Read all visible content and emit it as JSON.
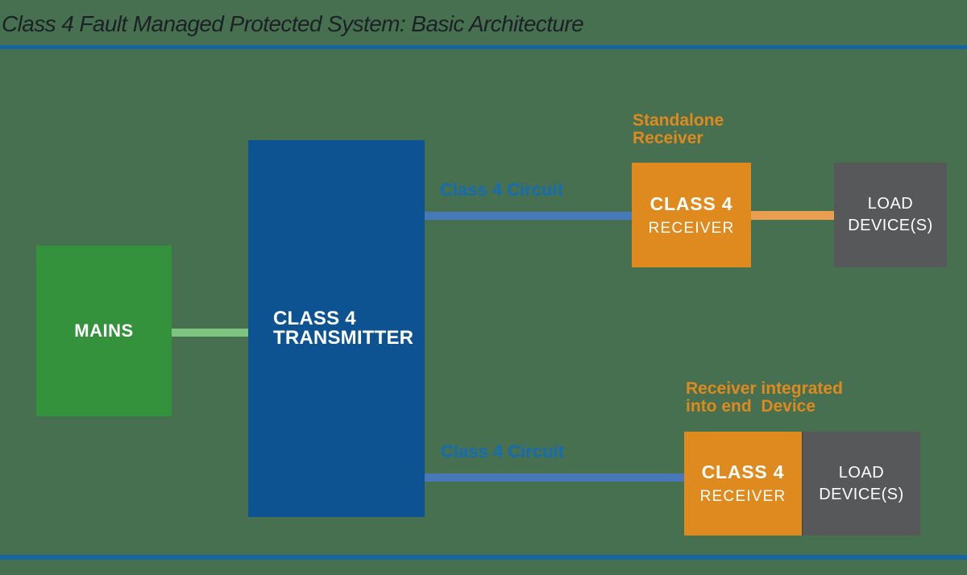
{
  "title": "Class 4 Fault Managed Protected System: Basic Architecture",
  "colors": {
    "background": "#477050",
    "title_text": "#1C2126",
    "rule_blue": "#1766A2",
    "dark_blue": "#0D5392",
    "circuit_blue": "#4779BA",
    "label_blue": "#146CB4",
    "green": "#35923C",
    "light_green": "#7EC480",
    "orange": "#DE8A1E",
    "light_orange": "#E99F4F",
    "gray": "#57585A"
  },
  "nodes": {
    "mains": {
      "label": "MAINS"
    },
    "transmitter": {
      "line1": "CLASS 4",
      "line2": "TRANSMITTER"
    },
    "receiver_standalone": {
      "line1": "CLASS 4",
      "line2": "RECEIVER"
    },
    "load_standalone": {
      "line1": "LOAD",
      "line2": "DEVICE(S)"
    },
    "receiver_integrated": {
      "line1": "CLASS 4",
      "line2": "RECEIVER"
    },
    "load_integrated": {
      "line1": "LOAD",
      "line2": "DEVICE(S)"
    }
  },
  "labels": {
    "circuit_top": "Class 4 Circuit",
    "circuit_bottom": "Class 4 Circuit",
    "standalone": {
      "line1": "Standalone",
      "line2": "Receiver"
    },
    "integrated": {
      "line1": "Receiver integrated",
      "line2": "into end  Device"
    }
  }
}
